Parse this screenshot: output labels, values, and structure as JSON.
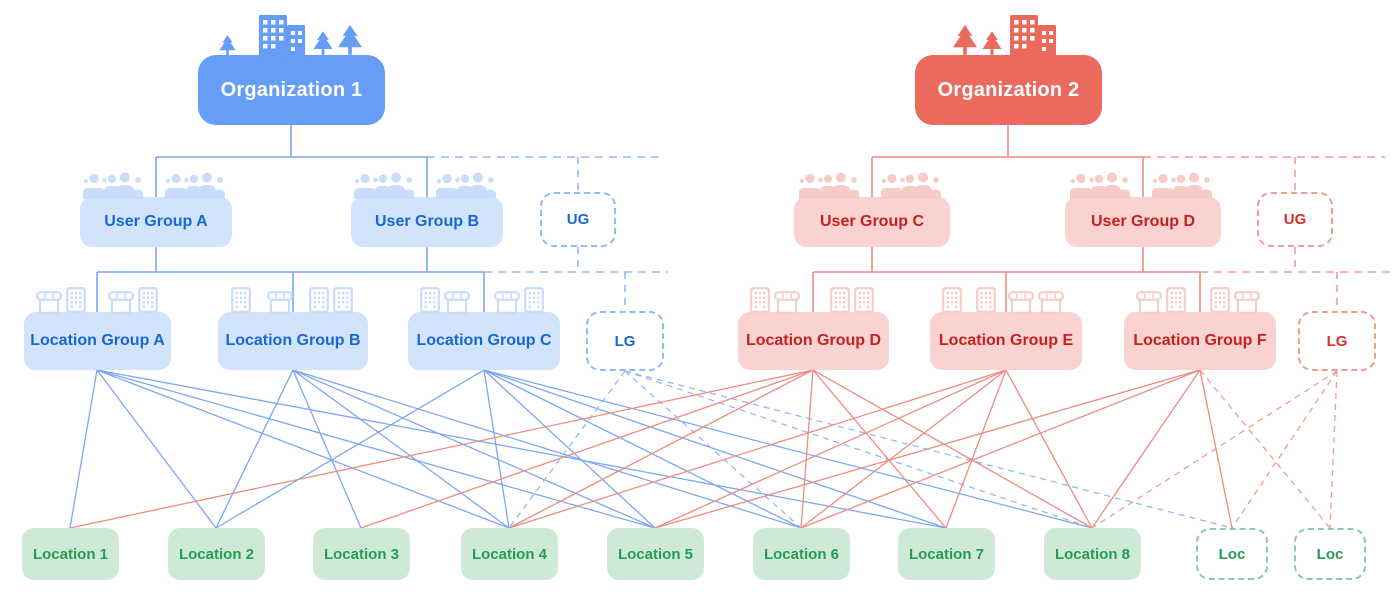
{
  "title": "Organization structure diagram",
  "palette": {
    "blue": "#669DF6",
    "blue_light": "#D2E3FC",
    "blue_text": "#1967D2",
    "blue_line": "#7CA7F3",
    "blue_line_dashed": "#92B8F8",
    "blue_icon": "#C9DCFB",
    "red": "#EA6B5E",
    "red_light": "#FAD2CF",
    "red_text": "#C5221F",
    "red_line": "#EF8B80",
    "red_line_dashed": "#F19C93",
    "red_icon": "#F7CBC7",
    "green_light": "#CEEAD6",
    "green_text": "#249C53",
    "green_border": "#8BCB9C"
  },
  "nodes": {
    "org1": {
      "label": "Organization 1"
    },
    "ugA": {
      "label": "User Group A"
    },
    "ugB": {
      "label": "User Group B"
    },
    "ugGhostBlue": {
      "label": "UG"
    },
    "lgA": {
      "label": "Location Group A"
    },
    "lgB": {
      "label": "Location Group B"
    },
    "lgC": {
      "label": "Location Group C"
    },
    "lgGhostBlue": {
      "label": "LG"
    },
    "org2": {
      "label": "Organization 2"
    },
    "ugC": {
      "label": "User Group C"
    },
    "ugD": {
      "label": "User Group D"
    },
    "ugGhostRed": {
      "label": "UG"
    },
    "lgD": {
      "label": "Location Group D"
    },
    "lgE": {
      "label": "Location Group E"
    },
    "lgF": {
      "label": "Location Group F"
    },
    "lgGhostRed": {
      "label": "LG"
    },
    "loc1": {
      "label": "Location 1"
    },
    "loc2": {
      "label": "Location 2"
    },
    "loc3": {
      "label": "Location 3"
    },
    "loc4": {
      "label": "Location 4"
    },
    "loc5": {
      "label": "Location 5"
    },
    "loc6": {
      "label": "Location 6"
    },
    "loc7": {
      "label": "Location 7"
    },
    "loc8": {
      "label": "Location 8"
    },
    "locGhost1": {
      "label": "Loc"
    },
    "locGhost2": {
      "label": "Loc"
    }
  },
  "hierarchy": [
    {
      "org": "org1",
      "color": "blue",
      "user_groups": [
        "ugA",
        "ugB",
        "ugGhostBlue"
      ],
      "location_groups": [
        "lgA",
        "lgB",
        "lgC",
        "lgGhostBlue"
      ],
      "tier1_dash_end": 665,
      "tier2_dash_end": 668
    },
    {
      "org": "org2",
      "color": "red",
      "user_groups": [
        "ugC",
        "ugD",
        "ugGhostRed"
      ],
      "location_groups": [
        "lgD",
        "lgE",
        "lgF",
        "lgGhostRed"
      ],
      "tier1_dash_end": 1385,
      "tier2_dash_end": 1392
    }
  ],
  "edges": [
    {
      "from": "lgA",
      "to": "loc1",
      "color": "blue",
      "dashed": false
    },
    {
      "from": "lgA",
      "to": "loc2",
      "color": "blue",
      "dashed": false
    },
    {
      "from": "lgA",
      "to": "loc4",
      "color": "blue",
      "dashed": false
    },
    {
      "from": "lgA",
      "to": "loc5",
      "color": "blue",
      "dashed": false
    },
    {
      "from": "lgA",
      "to": "loc7",
      "color": "blue",
      "dashed": false
    },
    {
      "from": "lgB",
      "to": "loc2",
      "color": "blue",
      "dashed": false
    },
    {
      "from": "lgB",
      "to": "loc3",
      "color": "blue",
      "dashed": false
    },
    {
      "from": "lgB",
      "to": "loc4",
      "color": "blue",
      "dashed": false
    },
    {
      "from": "lgB",
      "to": "loc5",
      "color": "blue",
      "dashed": false
    },
    {
      "from": "lgB",
      "to": "loc6",
      "color": "blue",
      "dashed": false
    },
    {
      "from": "lgC",
      "to": "loc2",
      "color": "blue",
      "dashed": false
    },
    {
      "from": "lgC",
      "to": "loc4",
      "color": "blue",
      "dashed": false
    },
    {
      "from": "lgC",
      "to": "loc5",
      "color": "blue",
      "dashed": false
    },
    {
      "from": "lgC",
      "to": "loc6",
      "color": "blue",
      "dashed": false
    },
    {
      "from": "lgC",
      "to": "loc7",
      "color": "blue",
      "dashed": false
    },
    {
      "from": "lgC",
      "to": "loc8",
      "color": "blue",
      "dashed": false
    },
    {
      "from": "lgGhostBlue",
      "to": "loc4",
      "color": "blue",
      "dashed": true
    },
    {
      "from": "lgGhostBlue",
      "to": "loc6",
      "color": "blue",
      "dashed": true
    },
    {
      "from": "lgGhostBlue",
      "to": "loc8",
      "color": "blue",
      "dashed": true
    },
    {
      "from": "lgGhostBlue",
      "to": "locGhost1",
      "color": "blue",
      "dashed": true
    },
    {
      "from": "lgD",
      "to": "loc1",
      "color": "red",
      "dashed": false
    },
    {
      "from": "lgD",
      "to": "loc3",
      "color": "red",
      "dashed": false
    },
    {
      "from": "lgD",
      "to": "loc4",
      "color": "red",
      "dashed": false
    },
    {
      "from": "lgD",
      "to": "loc6",
      "color": "red",
      "dashed": false
    },
    {
      "from": "lgD",
      "to": "loc7",
      "color": "red",
      "dashed": false
    },
    {
      "from": "lgD",
      "to": "loc8",
      "color": "red",
      "dashed": false
    },
    {
      "from": "lgE",
      "to": "loc4",
      "color": "red",
      "dashed": false
    },
    {
      "from": "lgE",
      "to": "loc5",
      "color": "red",
      "dashed": false
    },
    {
      "from": "lgE",
      "to": "loc6",
      "color": "red",
      "dashed": false
    },
    {
      "from": "lgE",
      "to": "loc7",
      "color": "red",
      "dashed": false
    },
    {
      "from": "lgE",
      "to": "loc8",
      "color": "red",
      "dashed": false
    },
    {
      "from": "lgF",
      "to": "loc5",
      "color": "red",
      "dashed": false
    },
    {
      "from": "lgF",
      "to": "loc6",
      "color": "red",
      "dashed": false
    },
    {
      "from": "lgF",
      "to": "loc8",
      "color": "red",
      "dashed": false
    },
    {
      "from": "lgF",
      "to": "locGhost1",
      "color": "red",
      "dashed": false
    },
    {
      "from": "lgF",
      "to": "locGhost2",
      "color": "red",
      "dashed": true
    },
    {
      "from": "lgGhostRed",
      "to": "loc8",
      "color": "red",
      "dashed": true
    },
    {
      "from": "lgGhostRed",
      "to": "locGhost1",
      "color": "red",
      "dashed": true
    },
    {
      "from": "lgGhostRed",
      "to": "locGhost2",
      "color": "red",
      "dashed": true
    }
  ]
}
